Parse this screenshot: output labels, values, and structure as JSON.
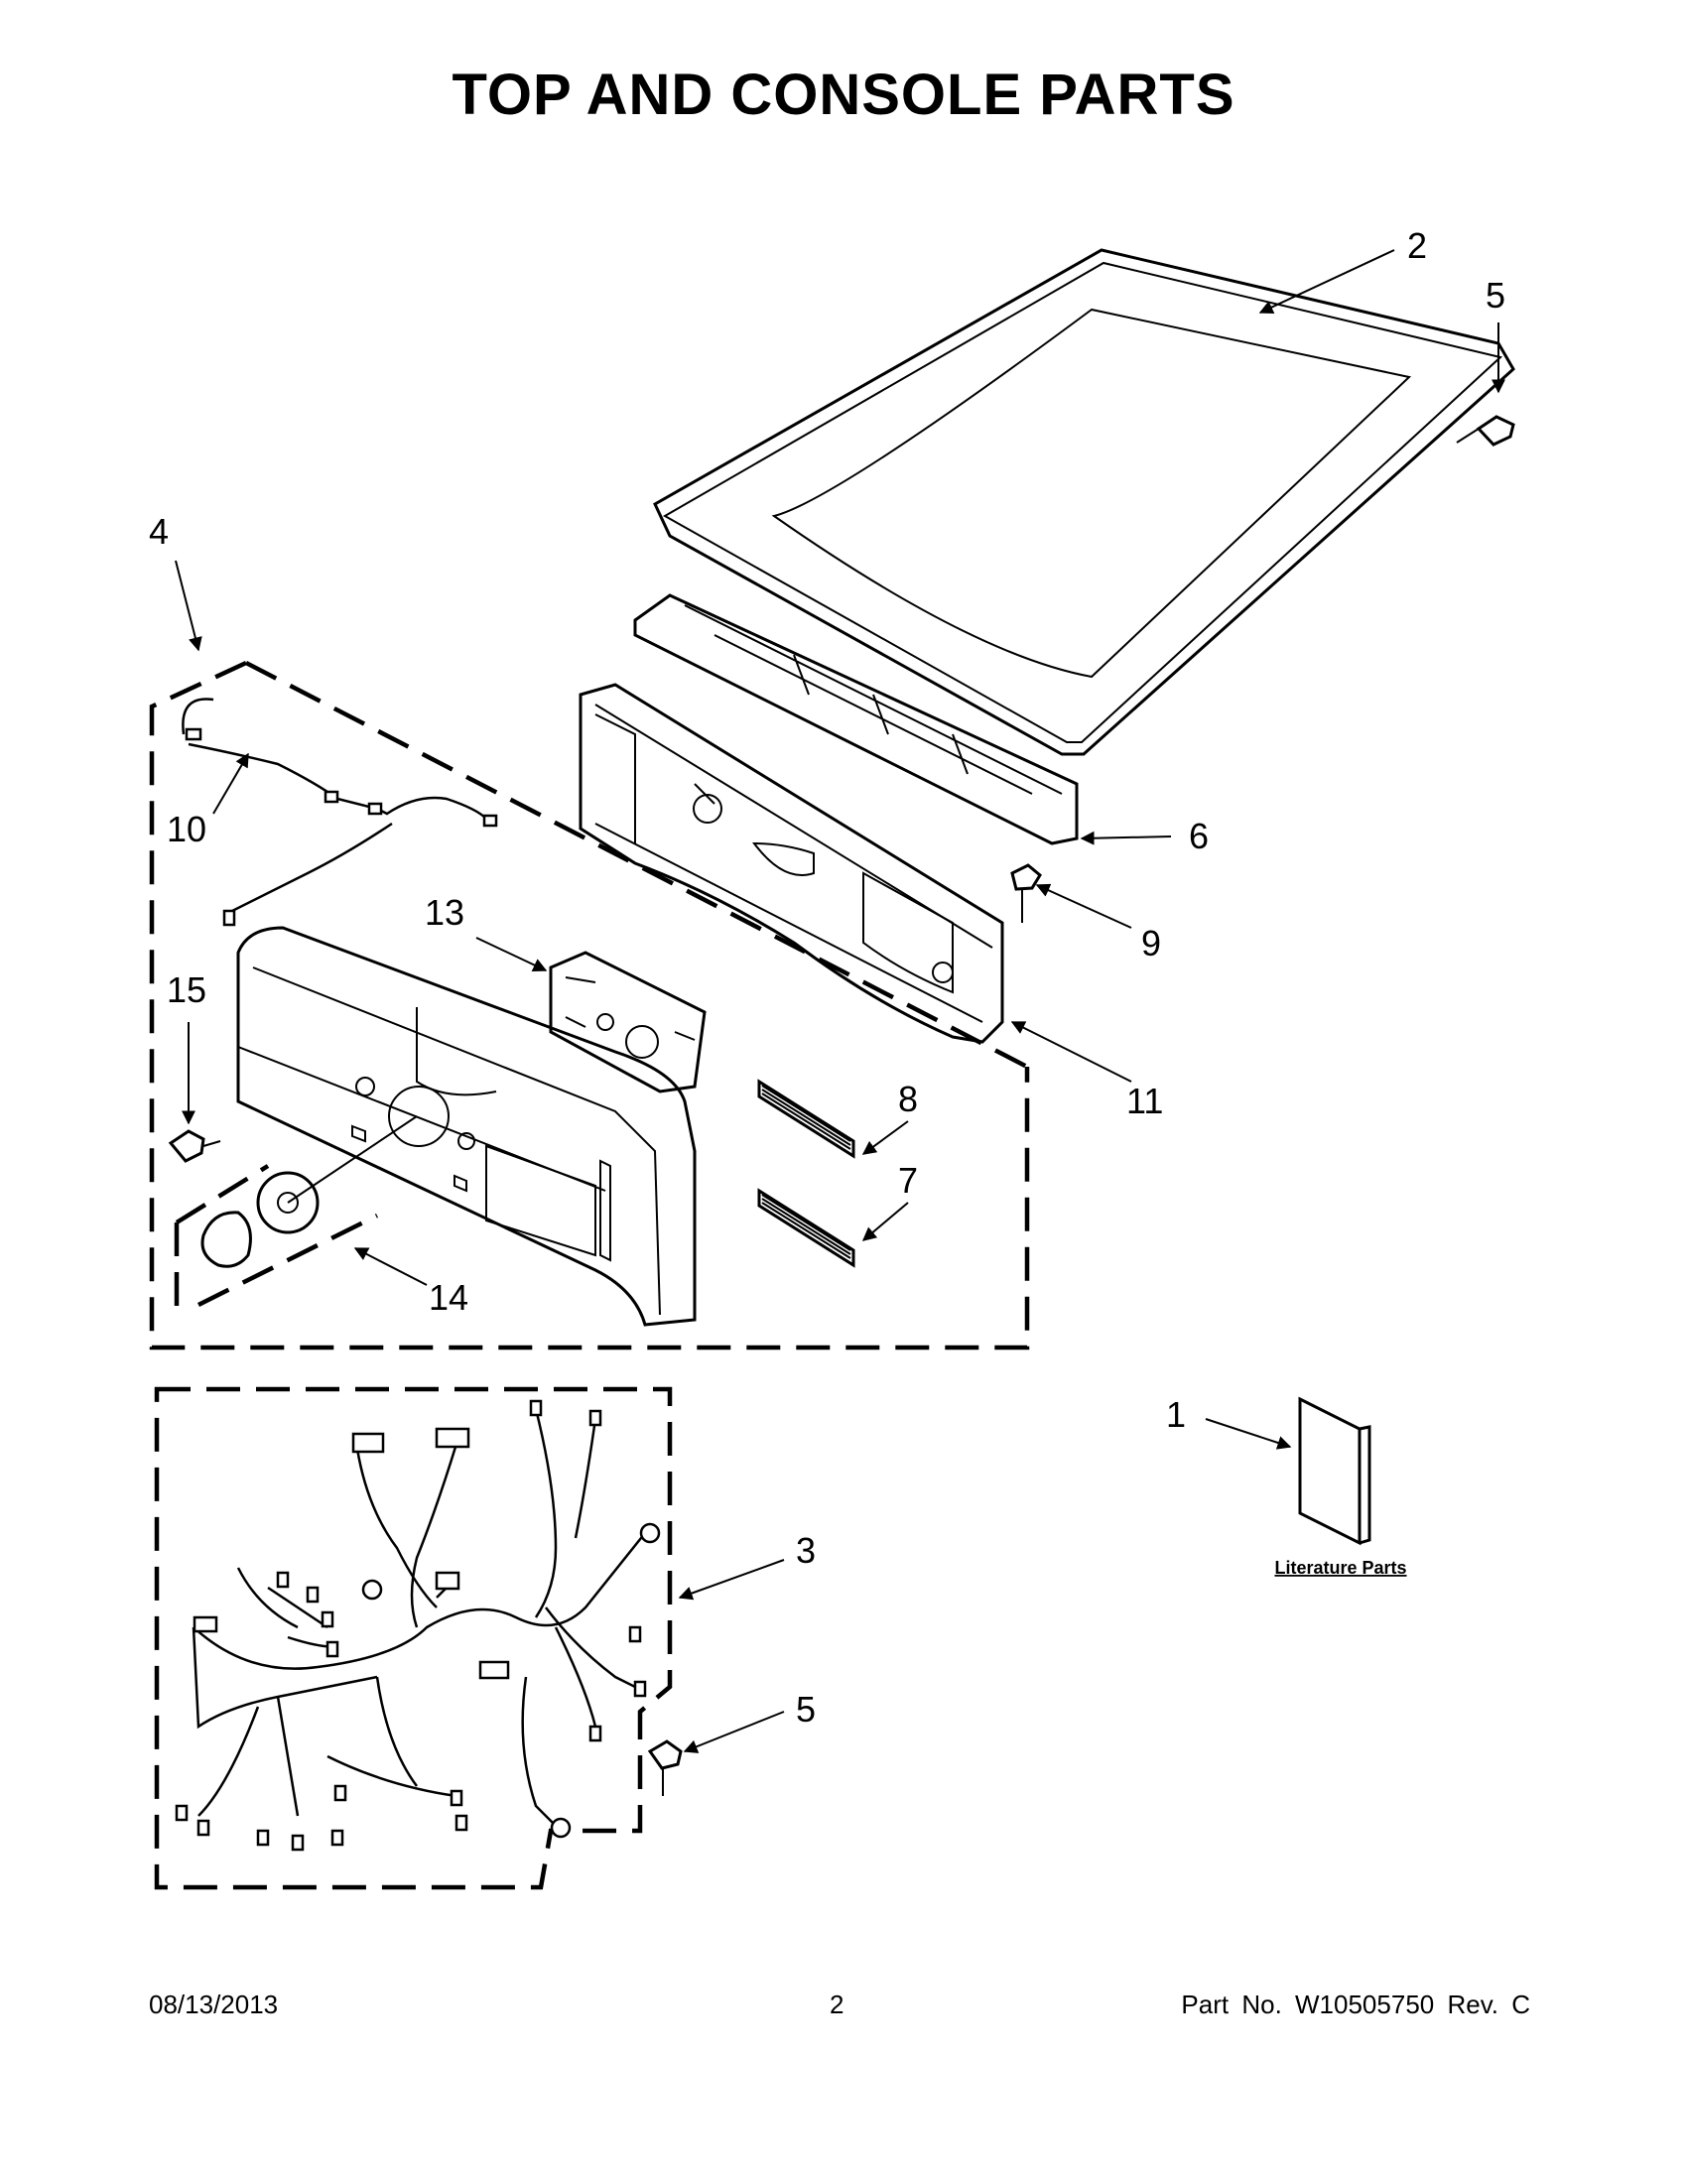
{
  "page": {
    "title": "TOP AND CONSOLE PARTS"
  },
  "callouts": [
    {
      "id": "1",
      "label": "1"
    },
    {
      "id": "2",
      "label": "2"
    },
    {
      "id": "3",
      "label": "3"
    },
    {
      "id": "4",
      "label": "4"
    },
    {
      "id": "5a",
      "label": "5"
    },
    {
      "id": "5b",
      "label": "5"
    },
    {
      "id": "6",
      "label": "6"
    },
    {
      "id": "7",
      "label": "7"
    },
    {
      "id": "8",
      "label": "8"
    },
    {
      "id": "9",
      "label": "9"
    },
    {
      "id": "10",
      "label": "10"
    },
    {
      "id": "11",
      "label": "11"
    },
    {
      "id": "13",
      "label": "13"
    },
    {
      "id": "14",
      "label": "14"
    },
    {
      "id": "15",
      "label": "15"
    }
  ],
  "literature": {
    "label": "Literature Parts"
  },
  "footer": {
    "date": "08/13/2013",
    "page_number": "2",
    "part_number": "Part No. W10505750 Rev. C"
  }
}
